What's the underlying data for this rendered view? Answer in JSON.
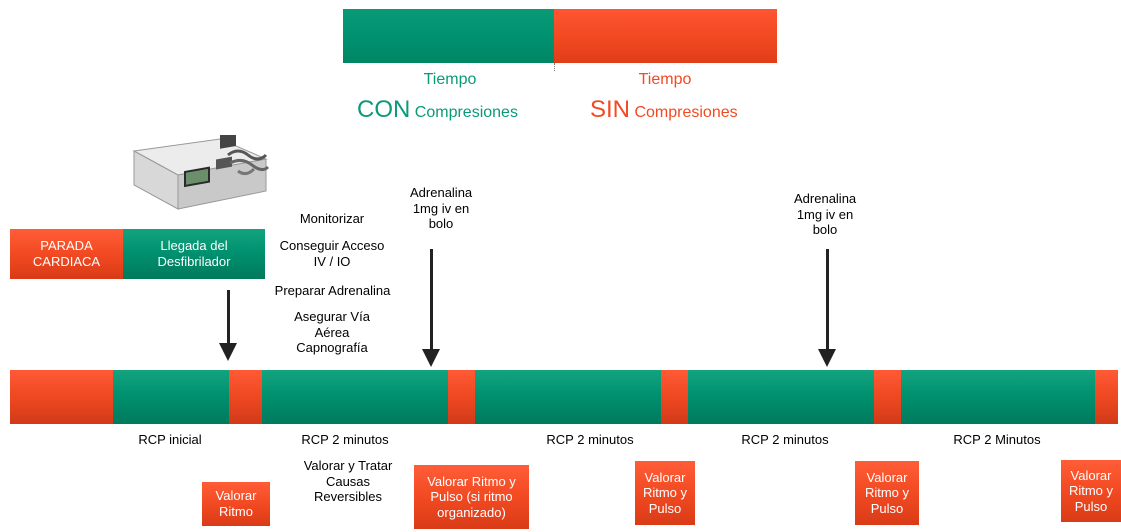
{
  "legend": {
    "con_time": "Tiempo",
    "con_big": "CON",
    "con_small": "Compresiones",
    "sin_time": "Tiempo",
    "sin_big": "SIN",
    "sin_small": "Compresiones"
  },
  "colors": {
    "green": "#009270",
    "red": "#f24a22"
  },
  "icon": "defibrillator-icon",
  "start_boxes": {
    "parada": "PARADA CARDIACA",
    "llegada": "Llegada del Desfibrilador"
  },
  "tasks": {
    "monitor": "Monitorizar",
    "access": "Conseguir Acceso IV / IO",
    "prep": "Preparar Adrenalina",
    "airway": "Asegurar Vía Aérea Capnografía"
  },
  "adrenaline": [
    "Adrenalina 1mg iv en bolo",
    "Adrenalina 1mg iv en bolo"
  ],
  "phase_labels": [
    "RCP inicial",
    "RCP 2 minutos",
    "RCP 2 minutos",
    "RCP 2 minutos",
    "RCP 2 Minutos"
  ],
  "causes": "Valorar y Tratar Causas Reversibles",
  "assess_boxes": [
    "Valorar Ritmo",
    "Valorar Ritmo y Pulso (si ritmo organizado)",
    "Valorar Ritmo y Pulso",
    "Valorar Ritmo y Pulso",
    "Valorar Ritmo y Pulso"
  ]
}
